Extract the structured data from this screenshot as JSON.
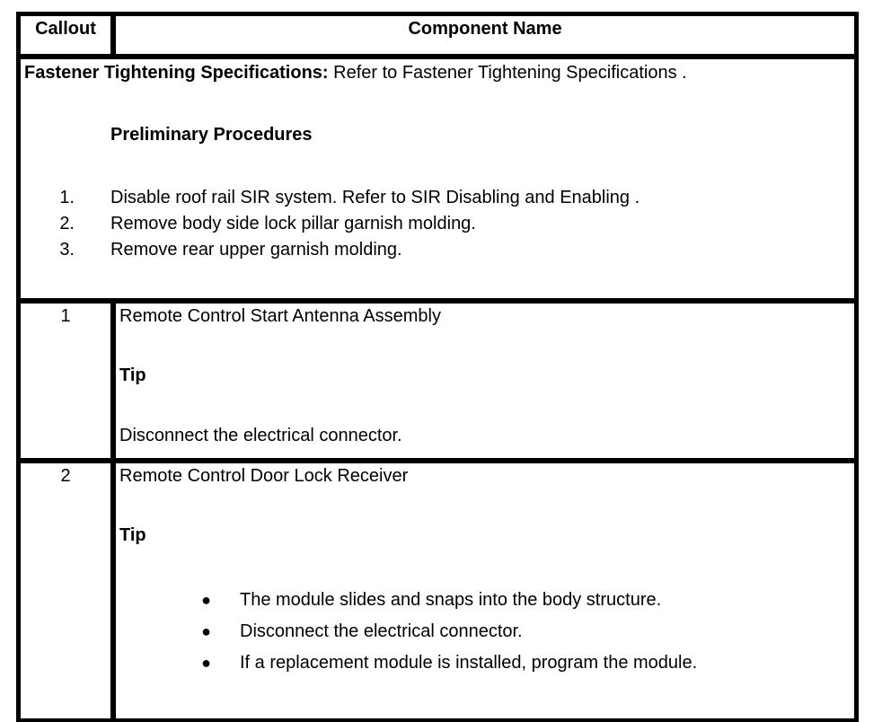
{
  "document": {
    "header": {
      "callout_label": "Callout",
      "component_label": "Component Name"
    },
    "preliminary": {
      "spec_bold": "Fastener Tightening Specifications:",
      "spec_text": " Refer to Fastener Tightening Specifications .",
      "title": "Preliminary Procedures",
      "steps": [
        {
          "num": "1.",
          "text": "Disable roof rail SIR system. Refer to SIR Disabling and Enabling ."
        },
        {
          "num": "2.",
          "text": "Remove body side lock pillar garnish molding."
        },
        {
          "num": "3.",
          "text": "Remove rear upper garnish molding."
        }
      ]
    },
    "callouts": [
      {
        "number": "1",
        "component": "Remote Control Start Antenna Assembly",
        "tip_label": "Tip",
        "tip_text": "Disconnect the electrical connector."
      },
      {
        "number": "2",
        "component": "Remote Control Door Lock Receiver",
        "tip_label": "Tip",
        "bullet_char": "●",
        "bullets": [
          "The module slides and snaps into the body structure.",
          "Disconnect the electrical connector.",
          "If a replacement module is installed, program the module."
        ]
      }
    ],
    "colors": {
      "border": "#000000",
      "text": "#000000",
      "background": "#ffffff"
    }
  }
}
